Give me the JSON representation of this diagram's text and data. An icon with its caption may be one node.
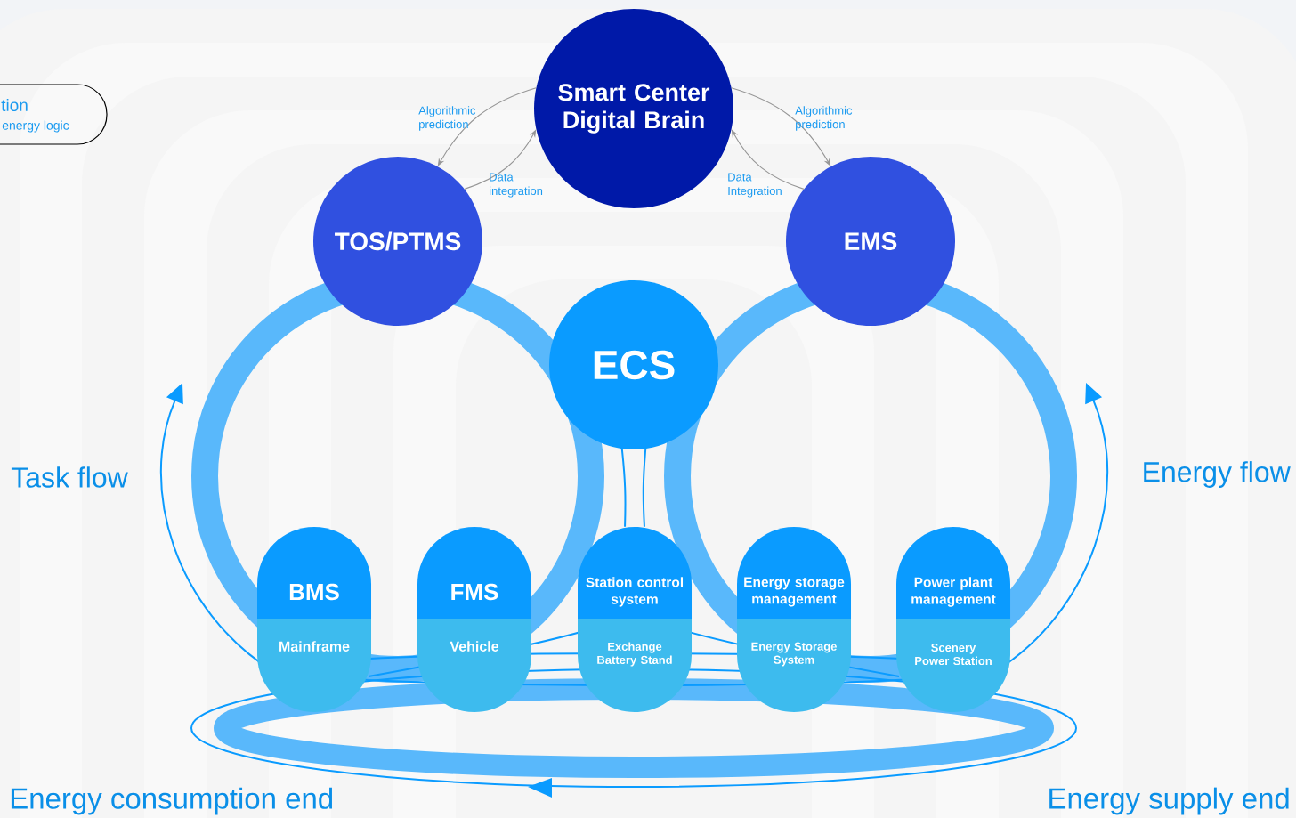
{
  "diagram": {
    "nodes": [
      {
        "text": [
          "tion",
          "energy logic"
        ]
      },
      {
        "text": [
          "Smart Center Digital Brain"
        ]
      },
      {
        "text": [
          "TOS/PTMS"
        ]
      },
      {
        "text": [
          "EMS"
        ]
      },
      {
        "text": [
          "ECS"
        ]
      },
      {
        "text": [
          "BMS",
          "Mainframe"
        ]
      },
      {
        "text": [
          "FMS",
          "Vehicle"
        ]
      },
      {
        "text": [
          "Station control system",
          "Exchange Battery Stand"
        ]
      },
      {
        "text": [
          "Energy storage management",
          "Energy Storage System"
        ]
      },
      {
        "text": [
          "Power plant management",
          "Scenery Power Station"
        ]
      }
    ],
    "edges": [
      {
        "from": 1,
        "to": 2,
        "arrow": "to",
        "label": "Algorithmic prediction"
      },
      {
        "from": 2,
        "to": 1,
        "arrow": "to",
        "label": "Data integration"
      },
      {
        "from": 1,
        "to": 3,
        "arrow": "to",
        "label": "Algorithmic prediction"
      },
      {
        "from": 3,
        "to": 1,
        "arrow": "to",
        "label": "Data Integration"
      },
      {
        "from": 4,
        "to": 7,
        "arrow": "none",
        "color": "#0a9bff"
      },
      {
        "from": 4,
        "to": 7,
        "arrow": "none",
        "color": "#0a9bff"
      }
    ],
    "labels": [
      "Task flow",
      "Energy flow",
      "Energy consumption end",
      "Energy supply end"
    ]
  }
}
